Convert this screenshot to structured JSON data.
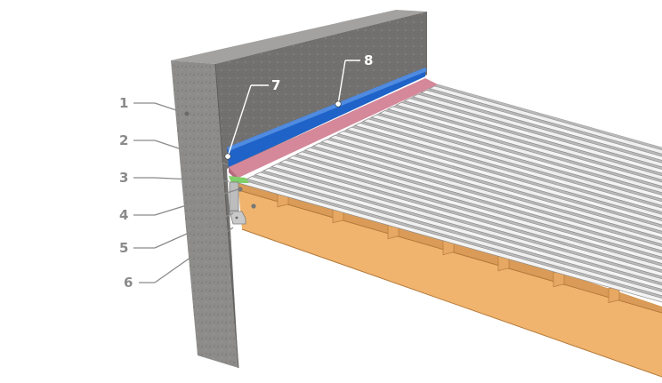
{
  "colors": {
    "concrete_front": "#8d8c8a",
    "concrete_side": "#6f6e6c",
    "concrete_top": "#a3a2a0",
    "timber": "#f0b46e",
    "timber_dark": "#c98e4c",
    "membrane_blue": "#1f63c9",
    "membrane_pink": "#d4889a",
    "board_light": "#f4f4f4",
    "board_grey": "#b9b9b9",
    "label_grey": "#8a8a8a",
    "label_white": "#ffffff"
  },
  "callouts": {
    "left": [
      {
        "number": "1"
      },
      {
        "number": "2"
      },
      {
        "number": "3"
      },
      {
        "number": "4"
      },
      {
        "number": "5"
      },
      {
        "number": "6"
      }
    ],
    "top": [
      {
        "number": "7"
      },
      {
        "number": "8"
      }
    ]
  },
  "icons": {
    "wall": "concrete-wall-icon",
    "beam": "timber-beam-icon",
    "hanger": "joist-hanger-icon"
  }
}
